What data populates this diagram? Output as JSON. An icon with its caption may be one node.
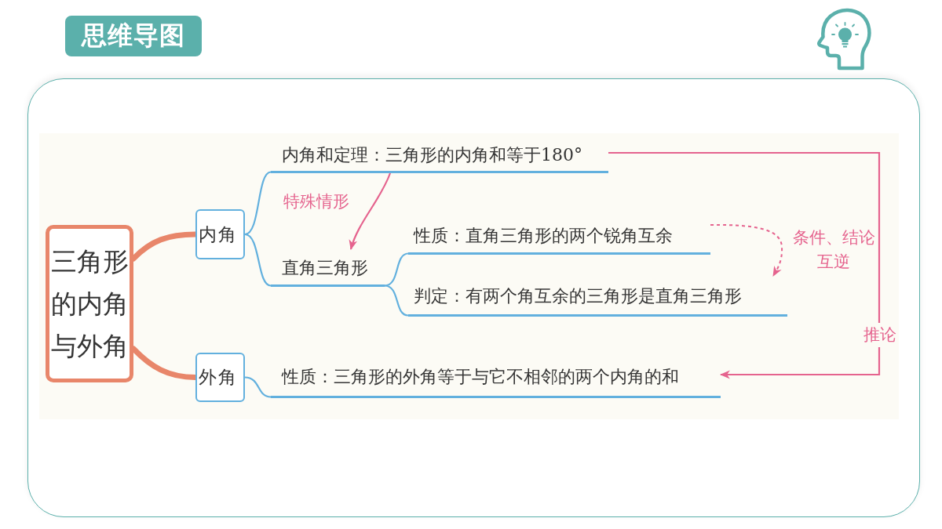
{
  "diagram": {
    "title": "思维导图",
    "nodes": [
      {
        "text": [
          "三角形的内角与外角"
        ]
      },
      {
        "text": [
          "内角"
        ]
      },
      {
        "text": [
          "外角"
        ]
      },
      {
        "text": [
          "内角和定理：三角形的内角和等于180°"
        ]
      },
      {
        "text": [
          "直角三角形"
        ]
      },
      {
        "text": [
          "性质：直角三角形的两个锐角互余"
        ]
      },
      {
        "text": [
          "判定：有两个角互余的三角形是直角三角形"
        ]
      },
      {
        "text": [
          "性质：三角形的外角等于与它不相邻的两个内角的和"
        ]
      }
    ],
    "edges": [
      {
        "from": 0,
        "to": 1,
        "arrow": "none",
        "style": "thick",
        "color": "#e8866a"
      },
      {
        "from": 0,
        "to": 2,
        "arrow": "none",
        "style": "thick",
        "color": "#e8866a"
      },
      {
        "from": 1,
        "to": 3,
        "arrow": "none"
      },
      {
        "from": 1,
        "to": 4,
        "arrow": "none"
      },
      {
        "from": 4,
        "to": 5,
        "arrow": "none"
      },
      {
        "from": 4,
        "to": 6,
        "arrow": "none"
      },
      {
        "from": 2,
        "to": 7,
        "arrow": "none"
      },
      {
        "from": 3,
        "to": 4,
        "arrow": "to",
        "label": "特殊情形",
        "color": "#e5638e"
      },
      {
        "from": 5,
        "to": 6,
        "arrow": "to",
        "label": "条件、结论互逆",
        "style": "dashed",
        "color": "#e5638e"
      },
      {
        "from": 3,
        "to": 7,
        "arrow": "to",
        "label": "推论",
        "color": "#e5638e"
      }
    ]
  }
}
